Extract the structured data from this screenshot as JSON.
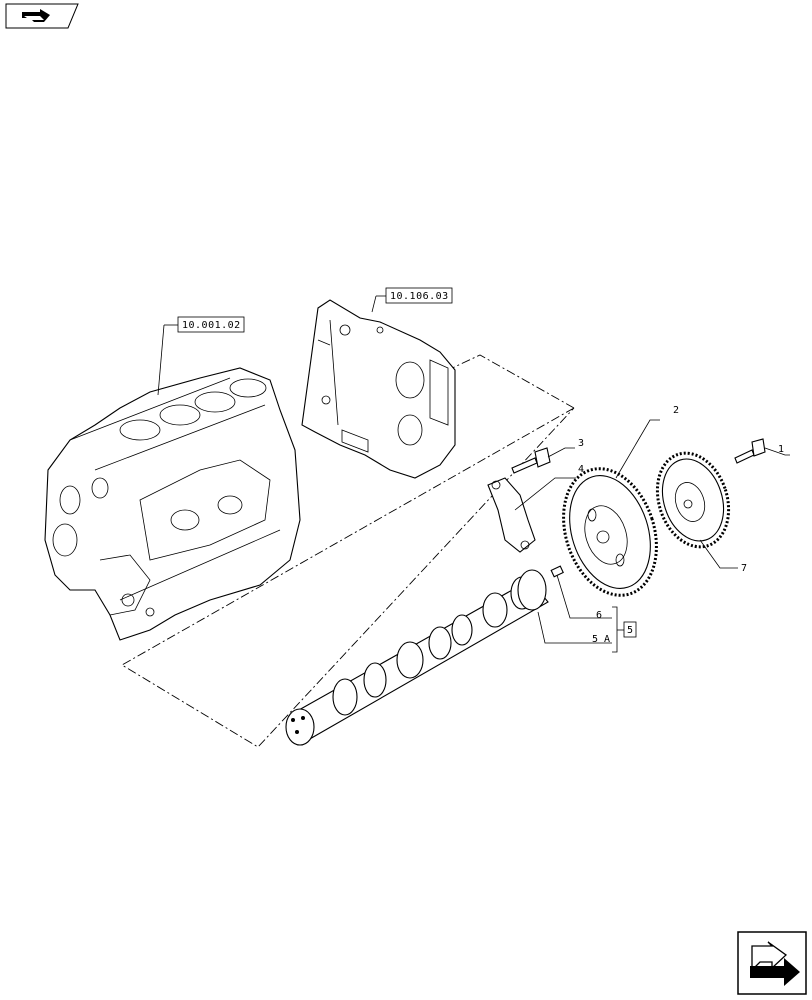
{
  "references": {
    "engine_block": "10.001.02",
    "timing_cover": "10.106.03"
  },
  "callouts": {
    "p1": "1",
    "p2": "2",
    "p3": "3",
    "p4": "4",
    "p5": "5",
    "p5a": "5 A",
    "p6": "6",
    "p7": "7"
  },
  "icons": {
    "top_left": "previous-page-arrow-icon",
    "bottom_right": "next-page-arrow-icon"
  }
}
